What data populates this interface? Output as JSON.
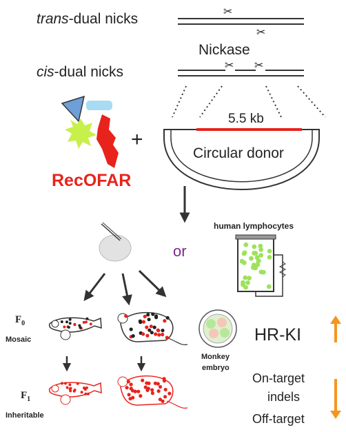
{
  "labels": {
    "trans_prefix": "trans",
    "trans_suffix": "-dual nicks",
    "nickase": "Nickase",
    "cis_prefix": "cis",
    "cis_suffix": "-dual nicks",
    "donor_length": "5.5 kb",
    "donor": "Circular donor",
    "recofar": "RecOFAR",
    "plus": "+",
    "or": "or",
    "human_lymphocytes": "human lymphocytes",
    "f0_letter": "F",
    "f0_sub": "0",
    "mosaic": "Mosaic",
    "f1_letter": "F",
    "f1_sub": "1",
    "inheritable": "Inheritable",
    "monkey": "Monkey",
    "embryo": "embryo",
    "hr_ki": "HR-KI",
    "on_target": "On-target",
    "indels": "indels",
    "off_target": "Off-target"
  },
  "colors": {
    "accent_red": "#e8231c",
    "arrow_orange": "#f7941d",
    "or_purple": "#7b2a8c",
    "green_dots": "#9de35a",
    "triangle_blue": "#6f9fd8",
    "rect_lightblue": "#a8dcf2",
    "star_green": "#c8f04a",
    "text_dark": "#222222"
  }
}
